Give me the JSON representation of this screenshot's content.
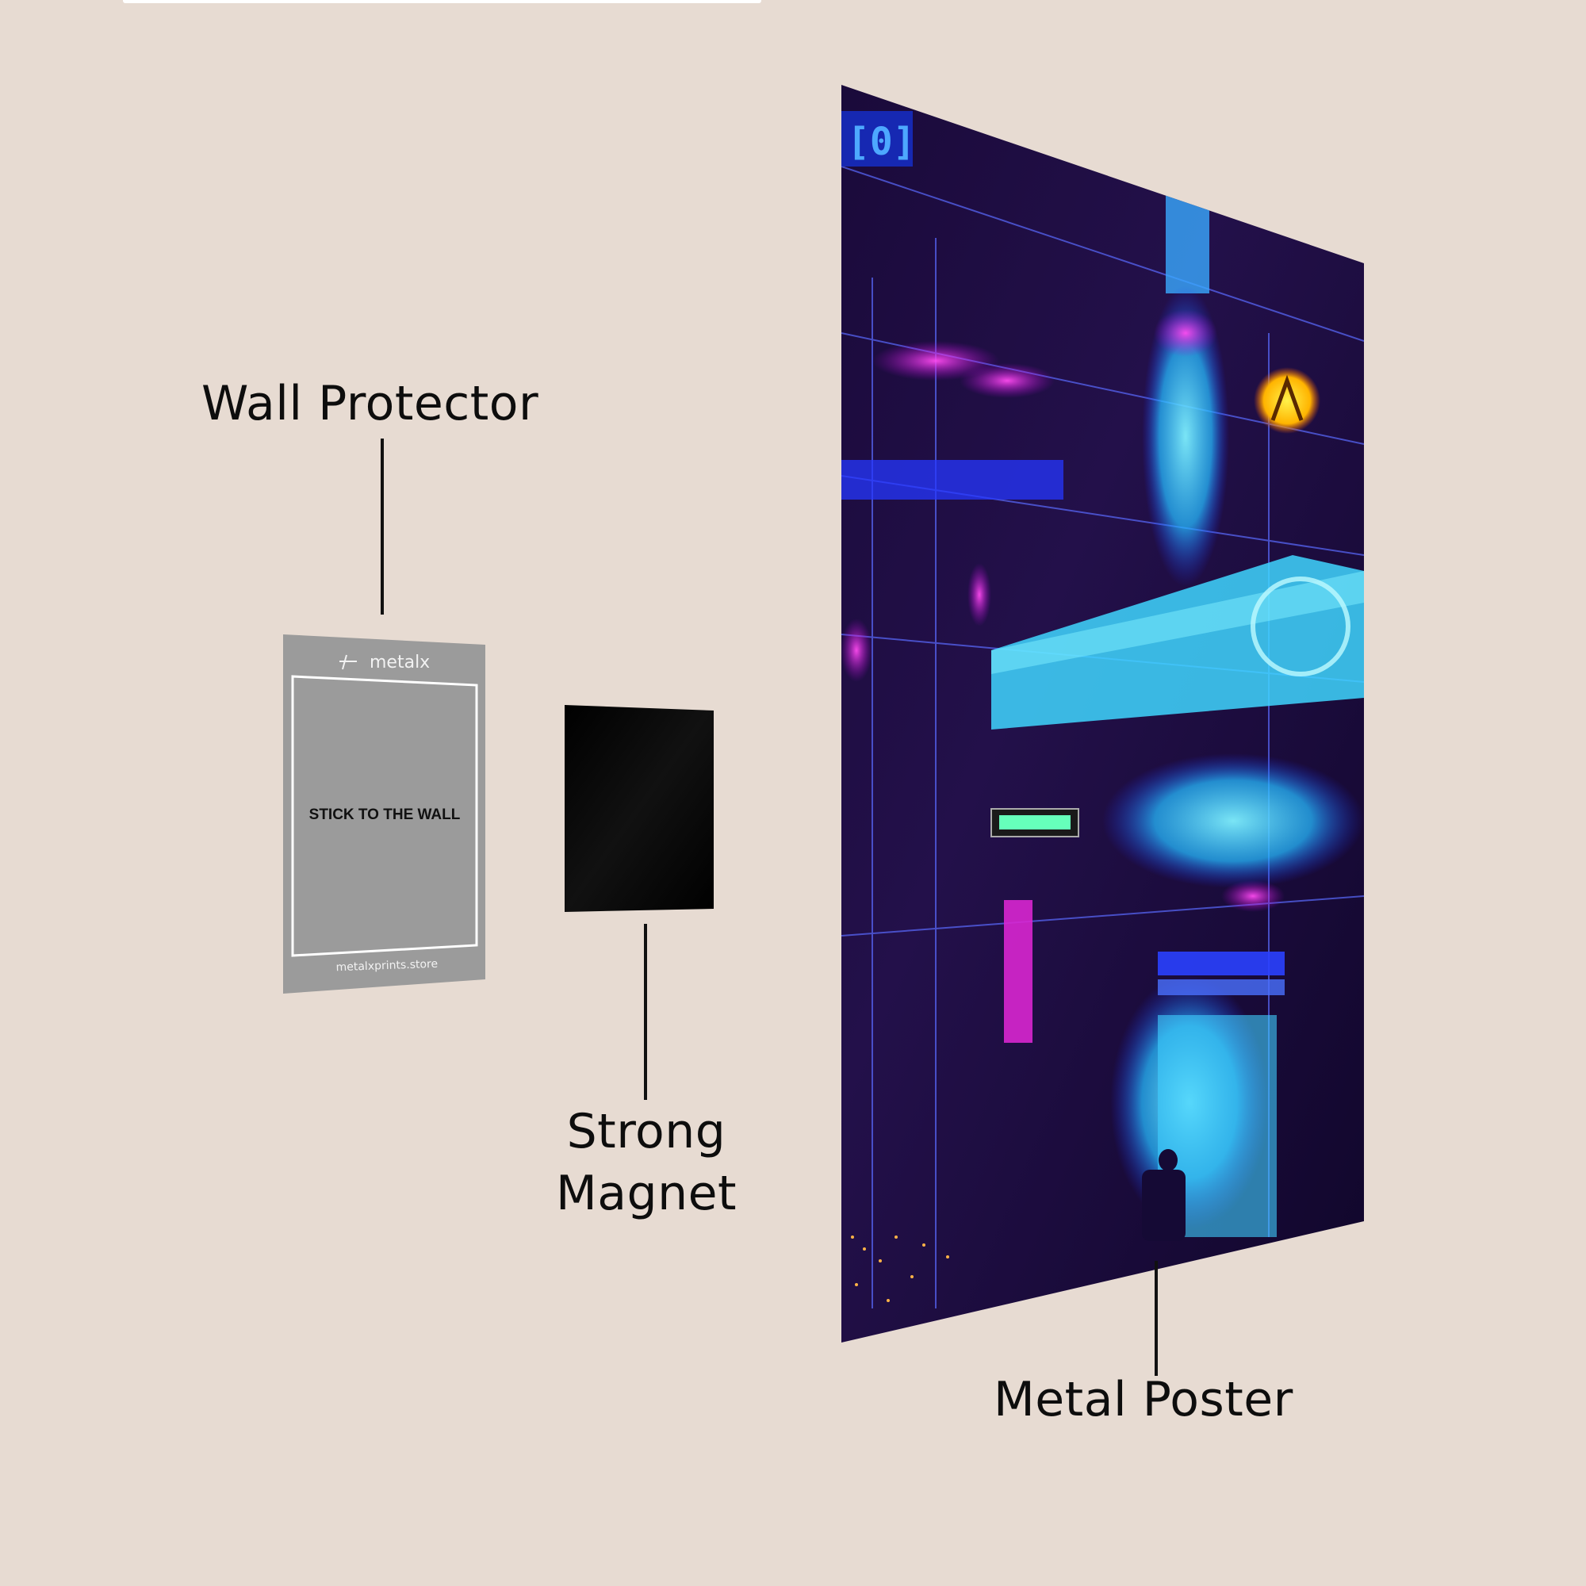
{
  "labels": {
    "wall_protector": "Wall Protector",
    "strong": "Strong",
    "magnet": "Magnet",
    "metal_poster": "Metal Poster"
  },
  "protector": {
    "brand": "metalx",
    "center_text": "STICK TO THE WALL",
    "footer_url": "metalxprints.store"
  },
  "colors": {
    "background": "#e7dbd2",
    "protector_gray": "#9b9b9b",
    "magnet_black": "#050505",
    "label_text": "#0d0d0d",
    "neon_cyan": "#3fd6ff",
    "neon_magenta": "#e233d8",
    "neon_blue": "#2a2cff",
    "neon_yellow": "#ffd21a"
  }
}
